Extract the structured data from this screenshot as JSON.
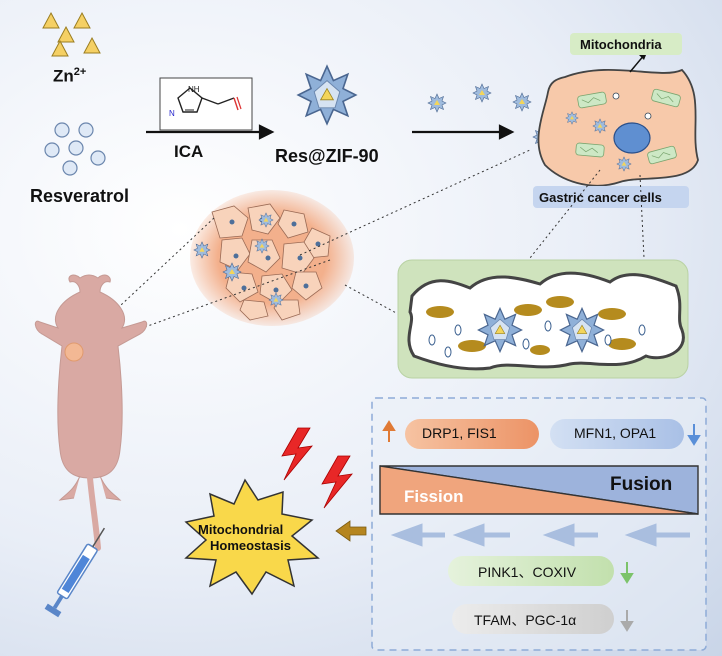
{
  "labels": {
    "zn_base": "Zn",
    "zn_sup": "2+",
    "resveratrol": "Resveratrol",
    "ica": "ICA",
    "res_zif": "Res@ZIF-90",
    "mitochondria": "Mitochondria",
    "gastric": "Gastric cancer cells",
    "drp1": "DRP1, FIS1",
    "mfn1": "MFN1, OPA1",
    "fission": "Fission",
    "fusion": "Fusion",
    "pink1": "PINK1、COXIV",
    "tfam": "TFAM、PGC-1α",
    "homeostasis_1": "Mitochondrial",
    "homeostasis_2": "Homeostasis"
  },
  "colors": {
    "orange": "#f0a57d",
    "blue": "#9db3dc",
    "green_pill": "#cfe6c0",
    "gray_pill": "#d9d9d9",
    "yellow": "#f5e65a",
    "cell": "#f7c9aa",
    "zif": "#8fb0d8",
    "mouse": "#d9a9a3"
  },
  "icons": [
    "triangle-zn-icon",
    "circle-resveratrol-icon",
    "imidazole-structure-icon",
    "zif-particle-icon",
    "cancer-cell-icon",
    "mouse-icon",
    "syringe-icon",
    "lightning-icon",
    "burst-icon",
    "up-arrow-icon",
    "down-arrow-icon"
  ]
}
